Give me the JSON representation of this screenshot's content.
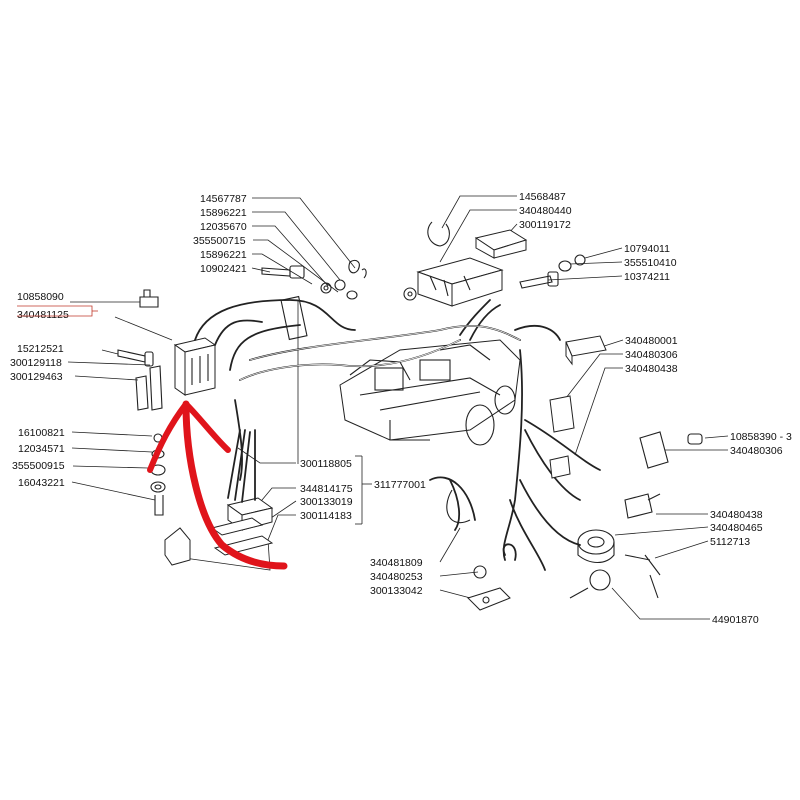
{
  "labels": {
    "l_14567787": "14567787",
    "l_15896221a": "15896221",
    "l_12035670": "12035670",
    "l_355500715": "355500715",
    "l_15896221b": "15896221",
    "l_10902421": "10902421",
    "l_14568487": "14568487",
    "l_340480440": "340480440",
    "l_300119172": "300119172",
    "l_10794011": "10794011",
    "l_355510410": "355510410",
    "l_10374211": "10374211",
    "l_10858090": "10858090",
    "l_340481125": "340481125",
    "l_15212521": "15212521",
    "l_300129118": "300129118",
    "l_300129463": "300129463",
    "l_340480001": "340480001",
    "l_340480306a": "340480306",
    "l_340480438a": "340480438",
    "l_10858390": "10858390 - 3",
    "l_340480306b": "340480306",
    "l_16100821": "16100821",
    "l_12034571": "12034571",
    "l_355500915": "355500915",
    "l_16043221": "16043221",
    "l_300118805": "300118805",
    "l_311777001": "311777001",
    "l_344814175": "344814175",
    "l_300133019": "300133019",
    "l_300114183": "300114183",
    "l_340480438b": "340480438",
    "l_340480465": "340480465",
    "l_5112713": "5112713",
    "l_340481809": "340481809",
    "l_340480253": "340480253",
    "l_300133042": "300133042",
    "l_44901870": "44901870"
  },
  "colors": {
    "line": "#222222",
    "highlight_arrow": "#e0141b",
    "highlight_leader": "#c0392b",
    "background": "#ffffff"
  }
}
